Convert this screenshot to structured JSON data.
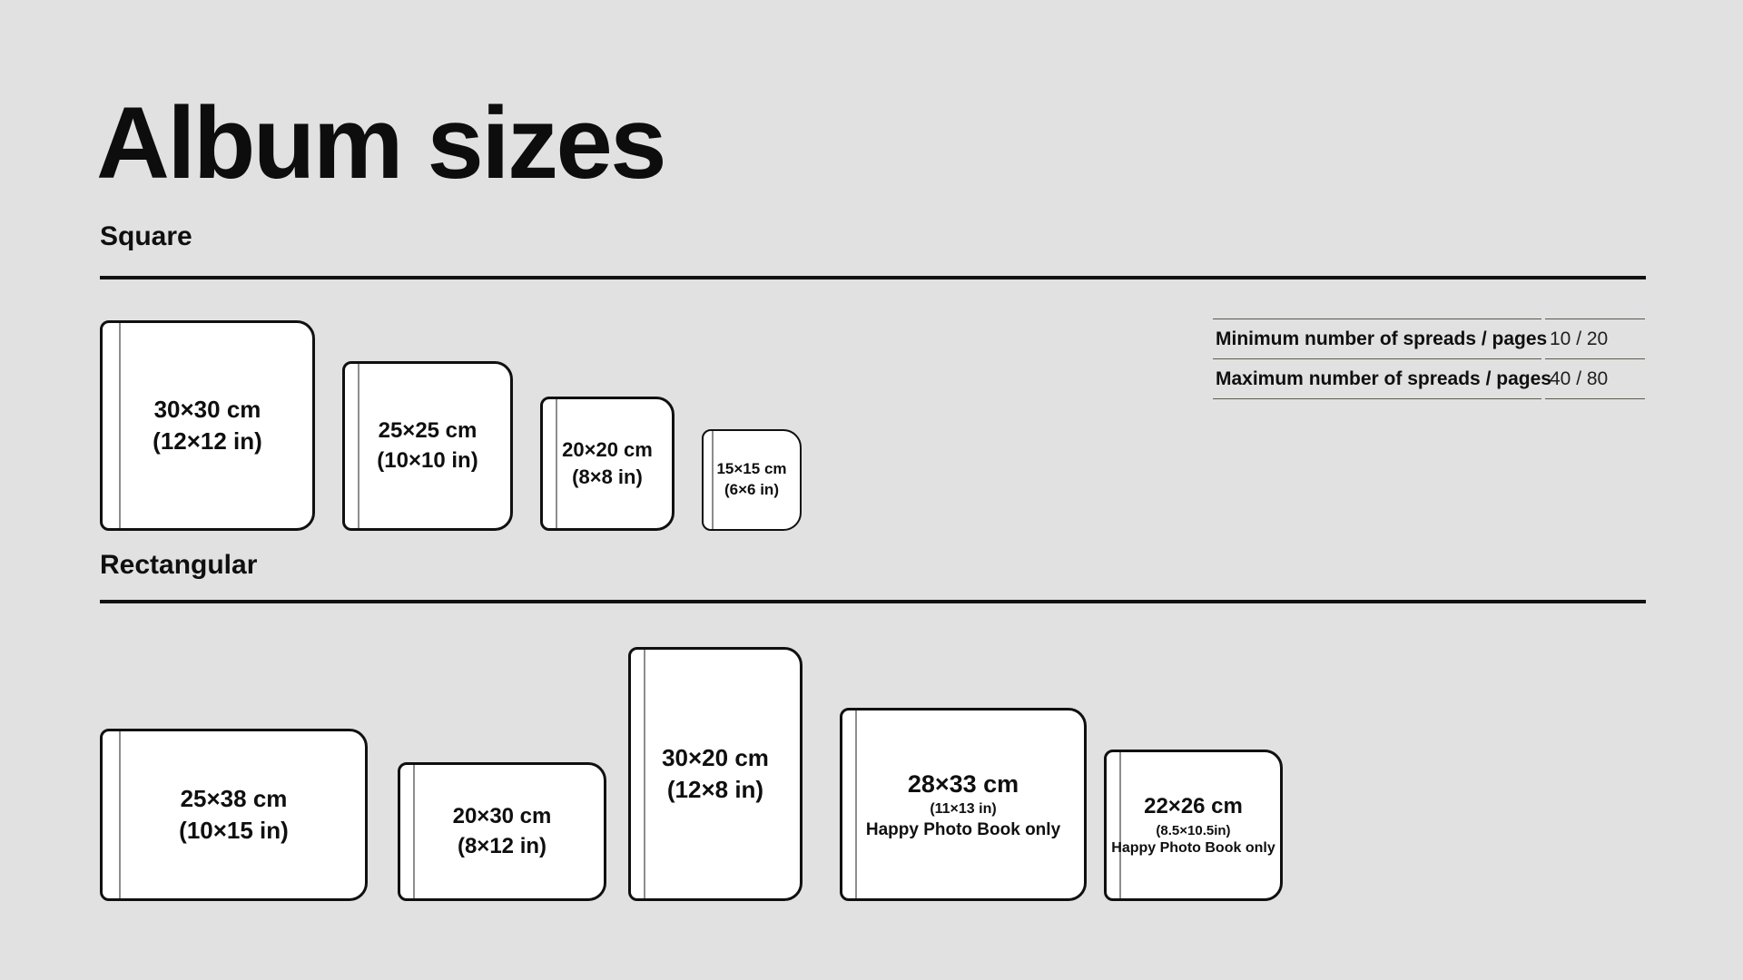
{
  "page": {
    "title": "Album sizes"
  },
  "colors": {
    "background": "#e1e1e1",
    "card_fill": "#ffffff",
    "ink": "#111111",
    "divider": "#121212",
    "table_line": "#5a5a50"
  },
  "sections": [
    {
      "label": "Square",
      "albums": [
        {
          "size_cm": "30×30 cm",
          "size_in": "(12×12 in)"
        },
        {
          "size_cm": "25×25 cm",
          "size_in": "(10×10 in)"
        },
        {
          "size_cm": "20×20 cm",
          "size_in": "(8×8 in)"
        },
        {
          "size_cm": "15×15 cm",
          "size_in": "(6×6 in)"
        }
      ]
    },
    {
      "label": "Rectangular",
      "albums": [
        {
          "size_cm": "25×38 cm",
          "size_in": "(10×15 in)"
        },
        {
          "size_cm": "20×30 cm",
          "size_in": "(8×12 in)"
        },
        {
          "size_cm": "30×20 cm",
          "size_in": "(12×8 in)"
        },
        {
          "size_cm": "28×33 cm",
          "size_in": "(11×13 in)",
          "note": "Happy Photo Book only"
        },
        {
          "size_cm": "22×26 cm",
          "size_in": "(8.5×10.5in)",
          "note": "Happy Photo Book only"
        }
      ]
    }
  ],
  "spreads_table": {
    "rows": [
      {
        "label": "Minimum number of spreads / pages",
        "value": "10 / 20"
      },
      {
        "label": "Maximum number of spreads / pages",
        "value": "40 / 80"
      }
    ]
  }
}
